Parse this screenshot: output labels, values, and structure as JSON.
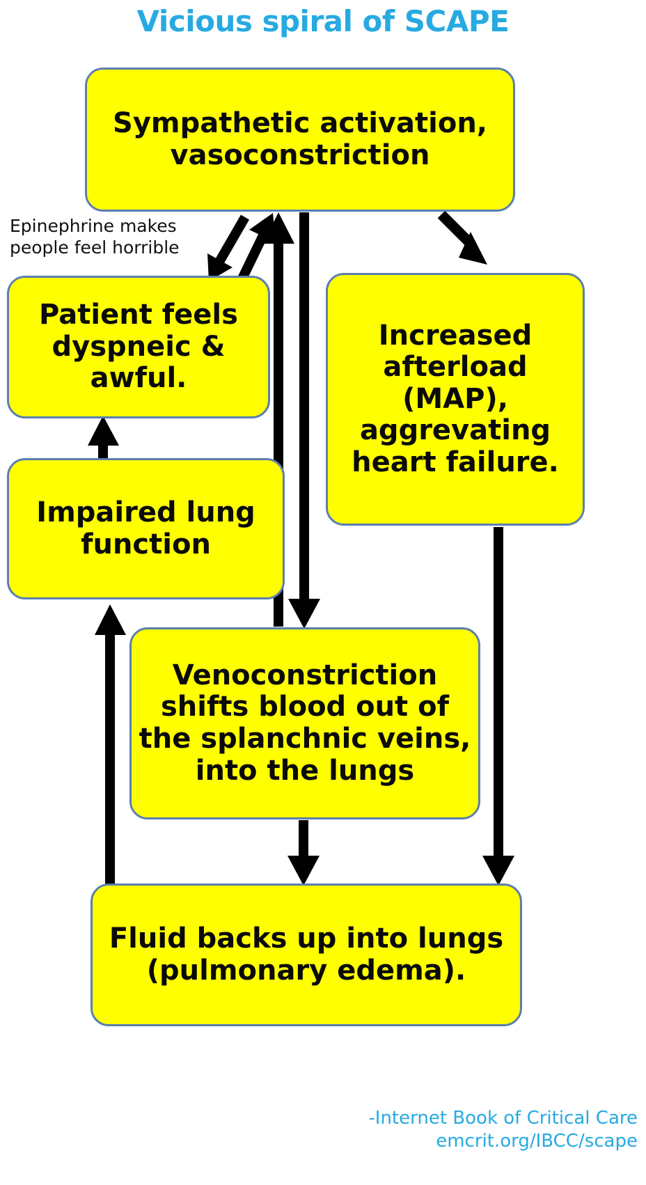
{
  "title": "Vicious spiral of SCAPE",
  "colors": {
    "title": "#27aae1",
    "node_fill": "#ffff00",
    "node_border": "#5a7fae",
    "arrow": "#000000",
    "footer": "#27aae1",
    "background": "#ffffff"
  },
  "annotation": {
    "line1": "Epinephrine makes",
    "line2": "people feel horrible"
  },
  "nodes": {
    "sympathetic": "Sympathetic activation, vasoconstriction",
    "patient": "Patient feels dyspneic & awful.",
    "afterload": "Increased afterload (MAP), aggrevating heart failure.",
    "impaired": "Impaired lung function",
    "veno": "Venoconstriction shifts blood out of the splanchnic veins, into the lungs",
    "fluid": "Fluid backs up into lungs (pulmonary edema)."
  },
  "footer": {
    "line1": "-Internet Book of Critical Care",
    "line2": "emcrit.org/IBCC/scape"
  },
  "chart_data": {
    "type": "diagram",
    "title": "Vicious spiral of SCAPE",
    "diagram_kind": "cyclic flowchart",
    "nodes": [
      {
        "id": "sympathetic",
        "label": "Sympathetic activation, vasoconstriction"
      },
      {
        "id": "patient",
        "label": "Patient feels dyspneic & awful."
      },
      {
        "id": "afterload",
        "label": "Increased afterload (MAP), aggrevating heart failure."
      },
      {
        "id": "impaired",
        "label": "Impaired lung function"
      },
      {
        "id": "veno",
        "label": "Venoconstriction shifts blood out of the splanchnic veins, into the lungs"
      },
      {
        "id": "fluid",
        "label": "Fluid backs up into lungs (pulmonary edema)."
      }
    ],
    "edges": [
      {
        "from": "sympathetic",
        "to": "patient",
        "style": "diagonal-down-left"
      },
      {
        "from": "patient",
        "to": "sympathetic",
        "style": "diagonal-up-right"
      },
      {
        "from": "sympathetic",
        "to": "afterload",
        "style": "diagonal-down-right"
      },
      {
        "from": "sympathetic",
        "to": "veno",
        "style": "vertical-down"
      },
      {
        "from": "veno",
        "to": "sympathetic",
        "style": "vertical-up-long"
      },
      {
        "from": "impaired",
        "to": "patient",
        "style": "vertical-up"
      },
      {
        "from": "veno",
        "to": "fluid",
        "style": "vertical-down"
      },
      {
        "from": "afterload",
        "to": "fluid",
        "style": "vertical-down-right"
      },
      {
        "from": "fluid",
        "to": "impaired",
        "style": "vertical-up-long-left"
      }
    ],
    "annotations": [
      {
        "text": "Epinephrine makes people feel horrible",
        "attached_to_edge": "sympathetic->patient"
      }
    ],
    "source": "-Internet Book of Critical Care emcrit.org/IBCC/scape"
  }
}
